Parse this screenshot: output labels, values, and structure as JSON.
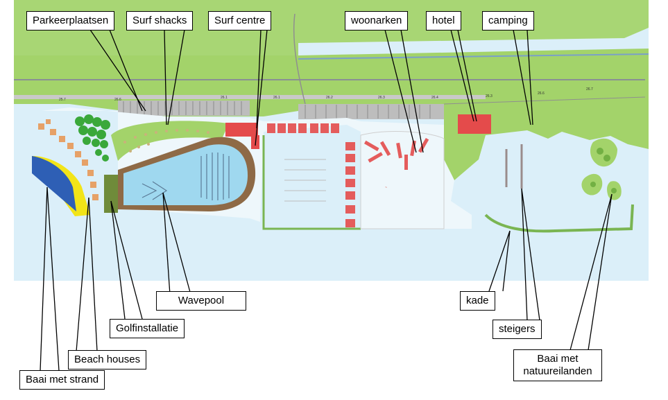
{
  "labels": {
    "parkeerplaatsen": "Parkeerplaatsen",
    "surf_shacks": "Surf shacks",
    "surf_centre": "Surf centre",
    "woonarken": "woonarken",
    "hotel": "hotel",
    "camping": "camping",
    "wavepool": "Wavepool",
    "golfinstallatie": "Golfinstallatie",
    "beach_houses": "Beach houses",
    "baai_met_strand": "Baai met strand",
    "kade": "kade",
    "steigers": "steigers",
    "baai_met_natuureilanden": "Baai met natuureilanden"
  },
  "map_annotations": {
    "elev_1": "25.7",
    "elev_2": "26.6",
    "elev_3": "26.1",
    "elev_4": "26.1",
    "elev_5": "26.2",
    "elev_6": "26.3",
    "elev_7": "26.4",
    "elev_8": "26.3",
    "elev_9": "26.6",
    "elev_10": "26.7"
  },
  "colors": {
    "grass": "#a3d36a",
    "water": "#d8eef8",
    "pool": "#9fd8ef",
    "bay": "#2f62b7",
    "sand": "#f3e21a",
    "buildings": "#e64545",
    "parking": "#a9a9a9"
  }
}
